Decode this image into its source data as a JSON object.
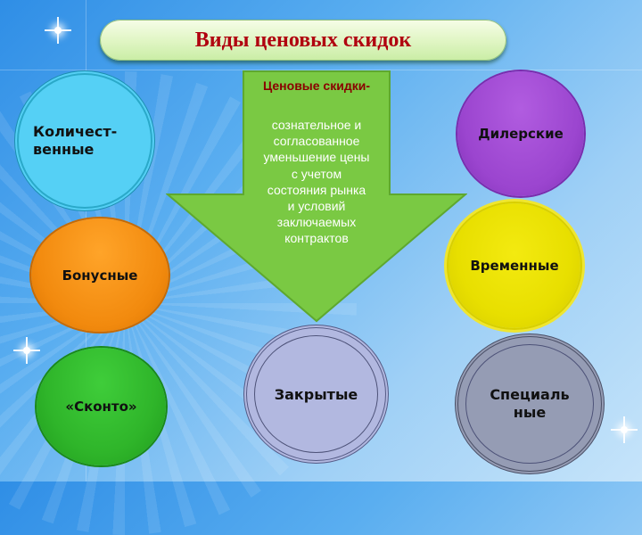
{
  "title": "Виды ценовых скидок",
  "definition": {
    "heading": "Ценовые скидки-",
    "lines": [
      "сознательное и",
      "согласованное",
      "уменьшение цены",
      "с учетом",
      "состояния рынка",
      "и условий",
      "заключаемых",
      "контрактов"
    ]
  },
  "types": {
    "quantity": {
      "line1": "Количест-",
      "line2": "венные",
      "color": "#55d0f5"
    },
    "bonus": {
      "label": "Бонусные",
      "color": "#f28a0e"
    },
    "skonto": {
      "label": "«Сконто»",
      "color": "#2fb52a"
    },
    "dealer": {
      "label": "Дилерские",
      "color": "#9b45cf"
    },
    "temporary": {
      "label": "Временные",
      "color": "#e8df00"
    },
    "closed": {
      "label": "Закрытые",
      "color": "#b2b8e0"
    },
    "special": {
      "line1": "Специаль",
      "line2": "ные",
      "color": "#959cb4"
    }
  },
  "colors": {
    "title_text": "#b0000f",
    "arrow_fill": "#7ac943",
    "heading_text": "#8a0000"
  }
}
